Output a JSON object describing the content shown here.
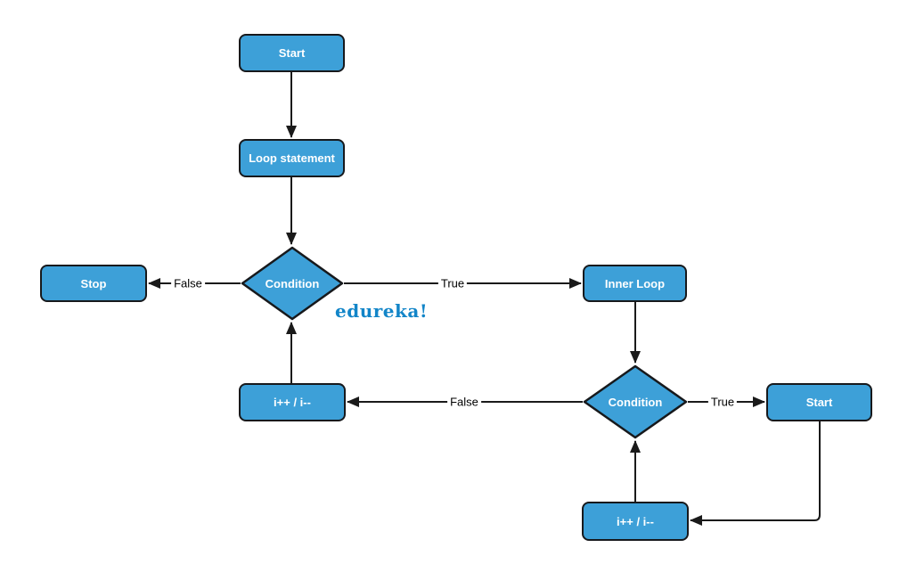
{
  "colors": {
    "background": "#ffffff",
    "node_fill": "#3da0d8",
    "node_border": "#17191c",
    "node_text": "#ffffff",
    "line": "#1a1a1a",
    "label_text": "#000000",
    "brand_color": "#1285c8"
  },
  "nodes": {
    "start_top": "Start",
    "loop_statement": "Loop statement",
    "condition_outer": "Condition",
    "stop": "Stop",
    "inner_loop": "Inner Loop",
    "condition_inner": "Condition",
    "start_right": "Start",
    "increment_outer": "i++ / i--",
    "increment_inner": "i++ / i--"
  },
  "edge_labels": {
    "outer_false": "False",
    "outer_true": "True",
    "inner_false": "False",
    "inner_true": "True"
  },
  "watermark": "edureka!"
}
